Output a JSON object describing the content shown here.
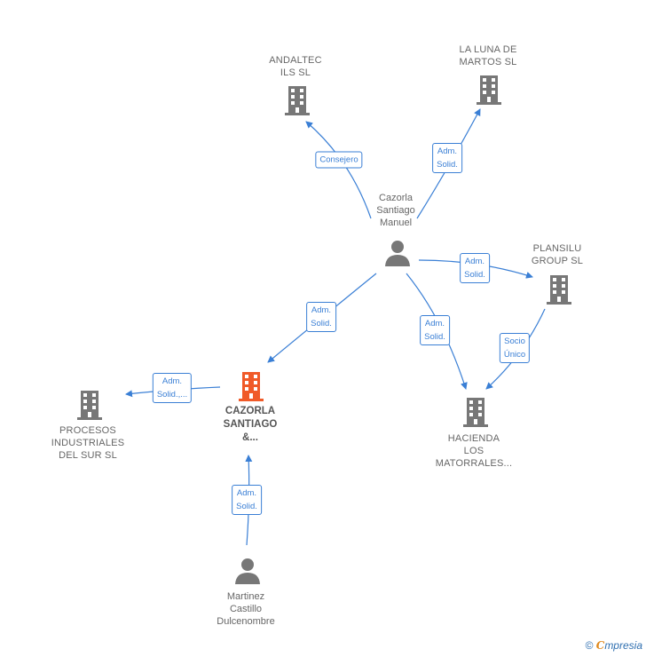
{
  "nodes": {
    "andaltec": {
      "label": "ANDALTEC\nILS  SL",
      "icon": "building-icon"
    },
    "laluna": {
      "label": "LA LUNA DE\nMARTOS SL",
      "icon": "building-icon"
    },
    "cazorla_person": {
      "label": "Cazorla\nSantiago\nManuel",
      "icon": "person-icon"
    },
    "plansilu": {
      "label": "PLANSILU\nGROUP SL",
      "icon": "building-icon"
    },
    "cazorla_company": {
      "label": "CAZORLA\nSANTIAGO\n&...",
      "icon": "building-icon",
      "color": "#f05a28"
    },
    "procesos": {
      "label": "PROCESOS\nINDUSTRIALES\nDEL SUR SL",
      "icon": "building-icon"
    },
    "hacienda": {
      "label": "HACIENDA\nLOS\nMATORRALES...",
      "icon": "building-icon"
    },
    "martinez": {
      "label": "Martinez\nCastillo\nDulcenombre",
      "icon": "person-icon"
    }
  },
  "edges": {
    "consejero": "Consejero",
    "adm_laluna": "Adm.\nSolid.",
    "adm_plansilu": "Adm.\nSolid.",
    "adm_cazorla_co": "Adm.\nSolid.",
    "adm_hacienda": "Adm.\nSolid.",
    "socio_unico": "Socio\nÚnico",
    "adm_procesos": "Adm.\nSolid.,...",
    "adm_martinez": "Adm.\nSolid."
  },
  "colors": {
    "edge": "#3a7fd5",
    "node": "#777777",
    "highlight": "#f05a28"
  },
  "footer": {
    "copyright": "©",
    "brand_initial": "C",
    "brand_rest": "mpresia"
  }
}
